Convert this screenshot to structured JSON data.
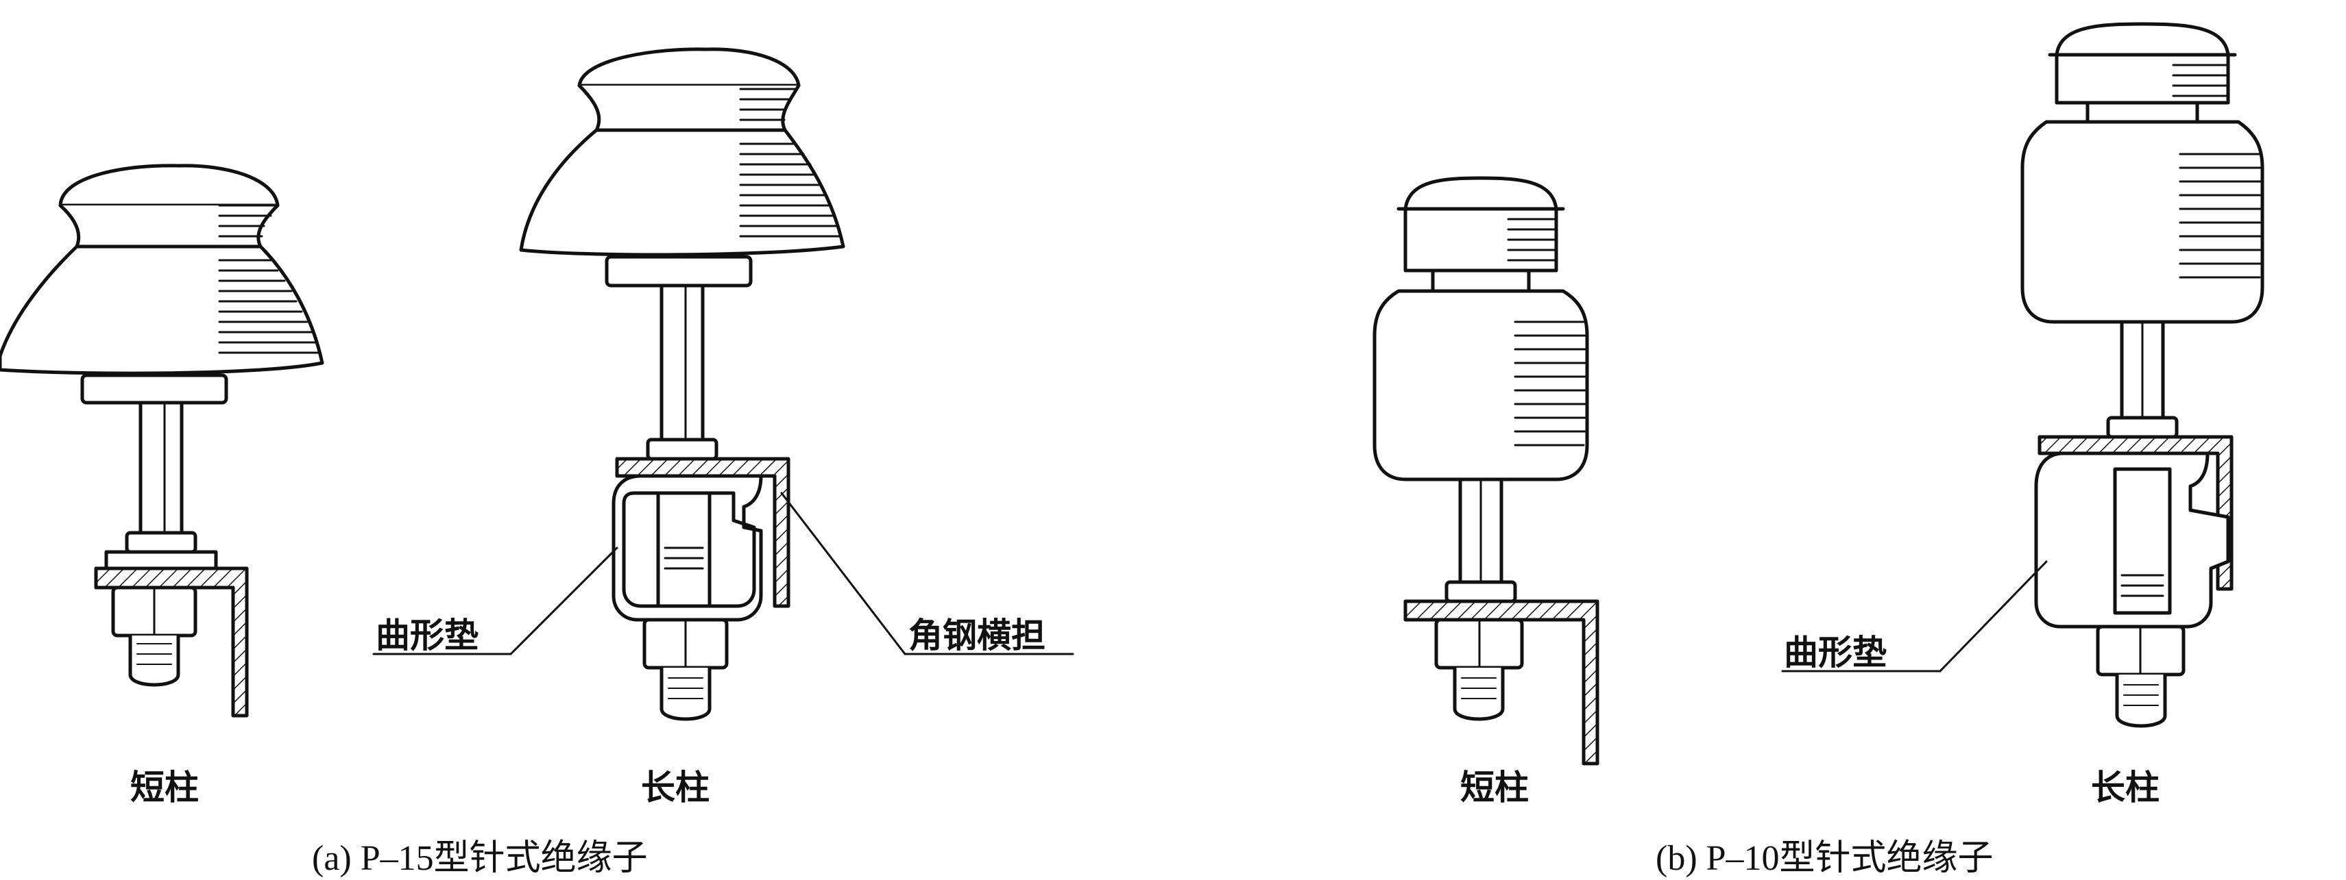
{
  "figure_a": {
    "caption": "(a) P–15型针式绝缘子",
    "short_label": "短柱",
    "long_label": "长柱",
    "callout_washer": "曲形垫",
    "callout_crossarm": "角钢横担"
  },
  "figure_b": {
    "caption": "(b) P–10型针式绝缘子",
    "short_label": "短柱",
    "long_label": "长柱",
    "callout_washer": "曲形垫"
  }
}
